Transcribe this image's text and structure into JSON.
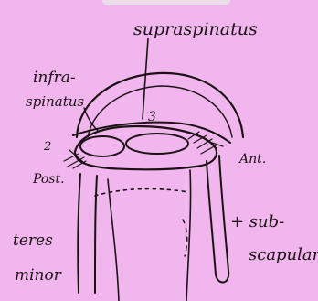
{
  "note": {
    "background_color": "#f2b6ee",
    "ink_color": "#1b1214"
  },
  "labels": {
    "supraspinatus": "supraspinatus",
    "infraspinatus_line1": "infra-",
    "infraspinatus_line2": "spinatus",
    "posterior": "Post.",
    "anterior": "Ant.",
    "subscapularis_line1": "+ sub-",
    "subscapularis_line2": "scapular",
    "teres_minor_line1": "teres",
    "teres_minor_line2": "minor",
    "number_3": "3",
    "number_2": "2"
  }
}
